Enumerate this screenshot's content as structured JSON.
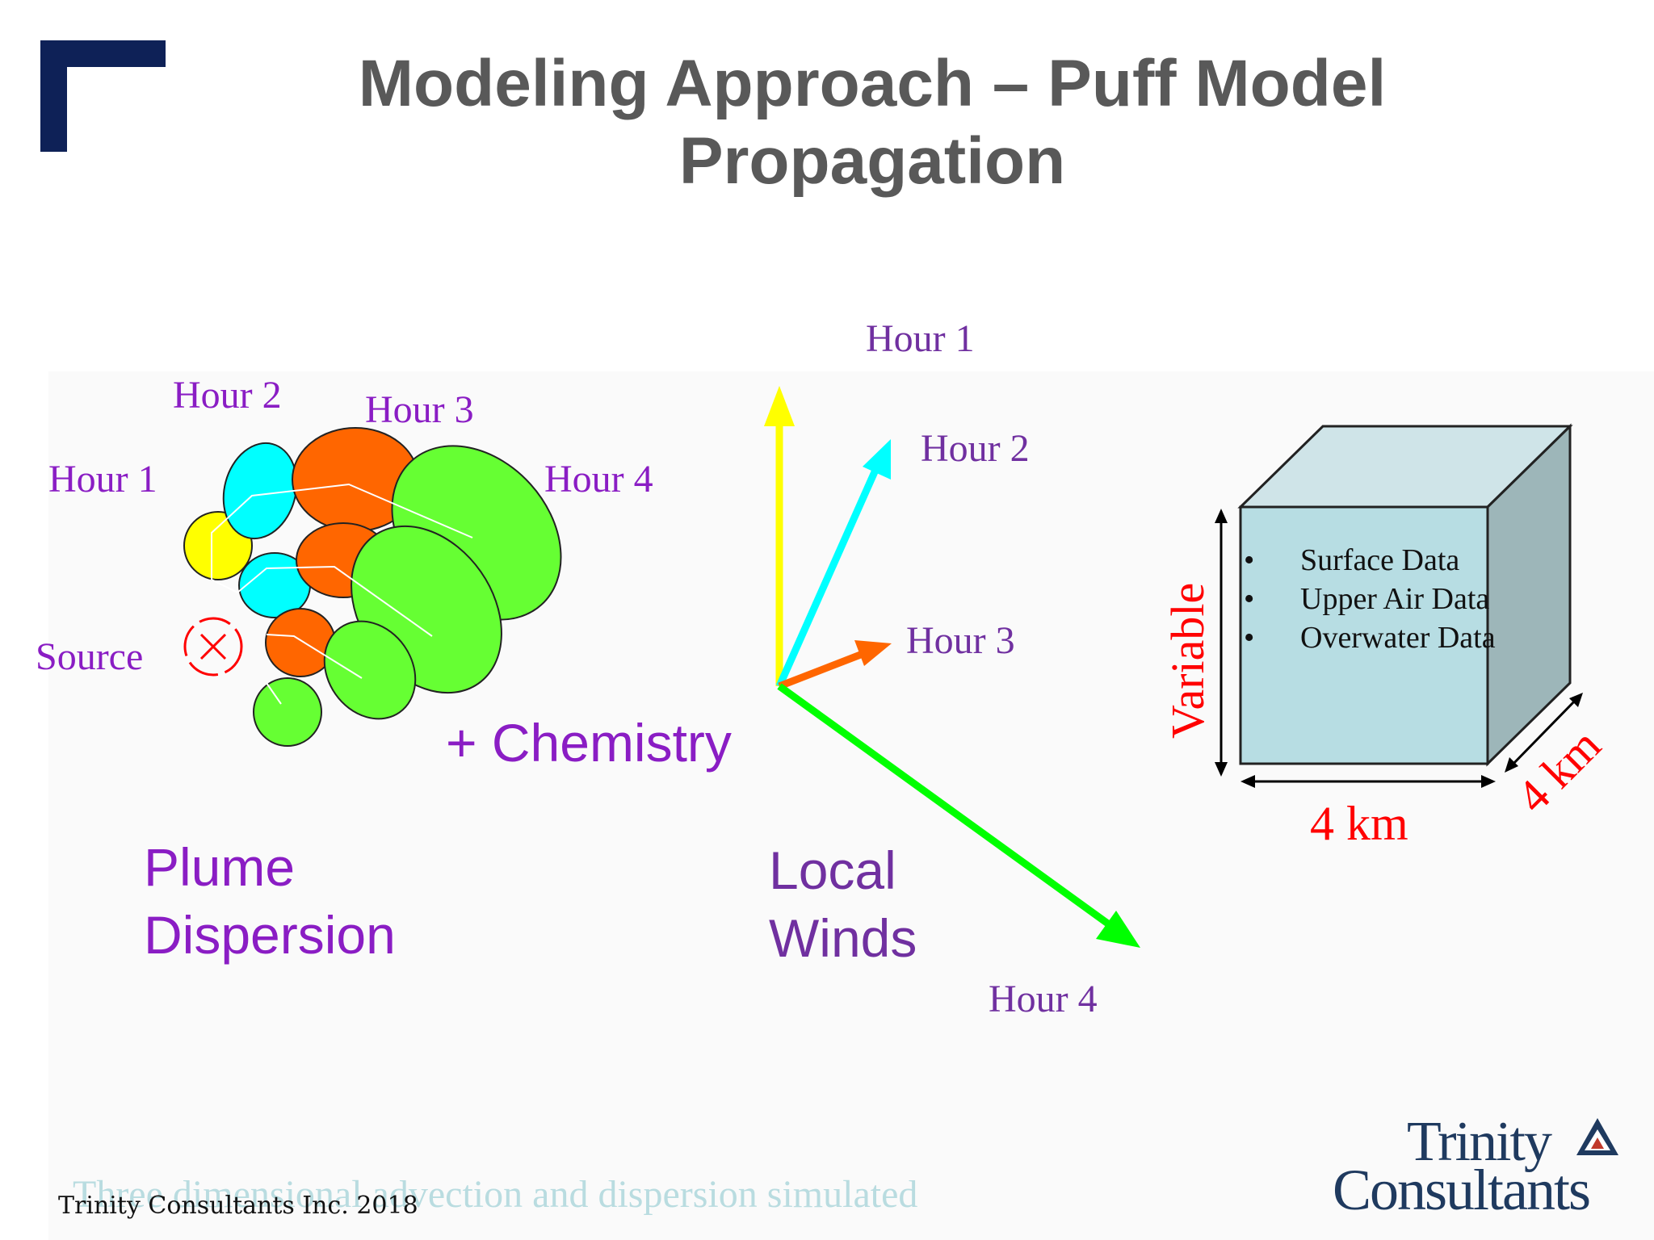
{
  "title": {
    "line1": "Modeling Approach – Puff Model",
    "line2": "Propagation"
  },
  "plume": {
    "hour1": "Hour 1",
    "hour2": "Hour 2",
    "hour3": "Hour 3",
    "hour4": "Hour 4",
    "source": "Source",
    "chemistry": "+ Chemistry",
    "caption_line1": "Plume",
    "caption_line2": "Dispersion"
  },
  "winds": {
    "hour1": "Hour 1",
    "hour2": "Hour 2",
    "hour3": "Hour 3",
    "hour4": "Hour 4",
    "caption_line1": "Local",
    "caption_line2": "Winds"
  },
  "cell": {
    "bullets": [
      "Surface Data",
      "Upper Air Data",
      "Overwater Data"
    ],
    "height_label": "Variable",
    "width_label": "4 km",
    "depth_label": "4 km"
  },
  "footer": {
    "copyright": "Trinity Consultants Inc. 2018",
    "watermark": "Three dimensional advection and dispersion simulated"
  },
  "logo": {
    "line1": "Trinity",
    "line2": "Consultants"
  },
  "colors": {
    "navy": "#0e2157",
    "yellow": "#ffff00",
    "cyan": "#00ffff",
    "orange": "#ff6600",
    "green": "#66ff33",
    "red": "#ff0000",
    "purple": "#8a1dc4",
    "box_front": "#b7dde3",
    "box_top": "#cfe4e8",
    "box_side": "#9db6b9"
  }
}
